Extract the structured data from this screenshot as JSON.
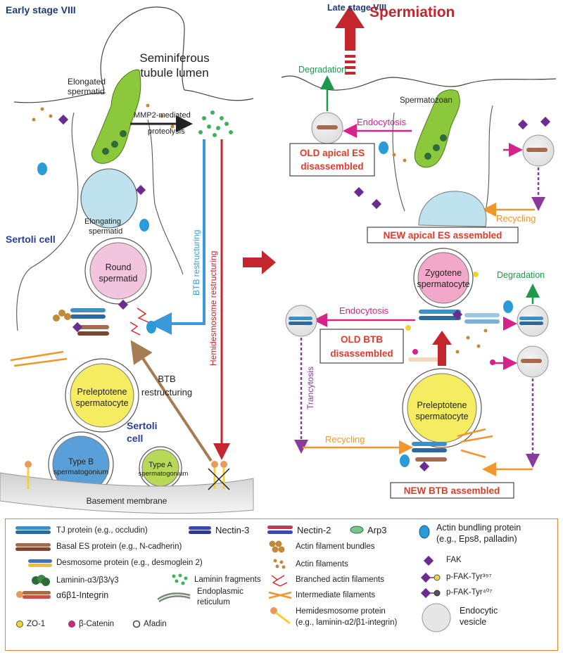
{
  "left_panel": {
    "title": "Early stage VIII",
    "lumen_label_line1": "Seminiferous",
    "lumen_label_line2": "tubule lumen",
    "elongated_spermatid_line1": "Elongated",
    "elongated_spermatid_line2": "spermatid",
    "mmp2_line1": "MMP2-mediated",
    "mmp2_line2": "proteolysis",
    "elongating_spermatid_line1": "Elongating",
    "elongating_spermatid_line2": "spermatid",
    "sertoli_cell_1": "Sertoli cell",
    "round_spermatid_line1": "Round",
    "round_spermatid_line2": "spermatid",
    "btb_restructuring_vertical": "BTB restructuring",
    "hemidesmosome_restructuring": "Hemidesmosome restructuring",
    "btb_restructuring_line1": "BTB",
    "btb_restructuring_line2": "restructuring",
    "preleptotene_line1": "Preleptotene",
    "preleptotene_line2": "spermatocyte",
    "sertoli_cell_2_line1": "Sertoli",
    "sertoli_cell_2_line2": "cell",
    "type_b_line1": "Type B",
    "type_b_line2": "spermatogonium",
    "type_a_line1": "Type A",
    "type_a_line2": "spermatogonium",
    "basement_membrane": "Basement membrane"
  },
  "right_panel": {
    "title": "Late stage VIII",
    "spermiation": "Spermiation",
    "degradation_top": "Degradation",
    "spermatozoan": "Spermatozoan",
    "endocytosis_top": "Endocytosis",
    "old_apical_line1": "OLD apical ES",
    "old_apical_line2": "disassembled",
    "recycling_top": "Recycling",
    "new_apical": "NEW apical ES assembled",
    "zygotene_line1": "Zygotene",
    "zygotene_line2": "spermatocyte",
    "degradation_bottom": "Degradation",
    "endocytosis_bottom": "Endocytosis",
    "old_btb_line1": "OLD BTB",
    "old_btb_line2": "disassembled",
    "trancytosis": "Trancytosis",
    "preleptotene_line1": "Preleptotene",
    "preleptotene_line2": "spermatocyte",
    "recycling_bottom": "Recycling",
    "new_btb": "NEW BTB assembled"
  },
  "legend": {
    "tj": "TJ protein (e.g., occludin)",
    "nectin3": "Nectin-3",
    "nectin2": "Nectin-2",
    "arp3": "Arp3",
    "actin_bundling_line1": "Actin bundling protein",
    "actin_bundling_line2": "(e.g., Eps8, palladin)",
    "basal_es": "Basal ES protein (e.g., N-cadherin)",
    "actin_bundles": "Actin filament bundles",
    "fak": "FAK",
    "desmosome": "Desmosome protein (e.g., desmoglein 2)",
    "actin_filaments": "Actin filaments",
    "pfak397": "p-FAK-Tyr³⁹⁷",
    "laminin": "Laminin-α3/β3/γ3",
    "laminin_fragments": "Laminin fragments",
    "branched": "Branched actin filaments",
    "pfak407": "p-FAK-Tyr⁴⁰⁷",
    "integrin": "α6β1-Integrin",
    "er_line1": "Endoplasmic",
    "er_line2": "reticulum",
    "intermediate": "Intermediate filaments",
    "endocytic_line1": "Endocytic",
    "endocytic_line2": "vesicle",
    "zo1": "ZO-1",
    "catenin": "β-Catenin",
    "afadin": "Afadin",
    "hemidesmosome_line1": "Hemidesmosome protein",
    "hemidesmosome_line2": "(e.g., laminin-α2/β1-integrin)"
  },
  "colors": {
    "panel_title": "#1f3a7a",
    "sertoli_label": "#2a3f9c",
    "spermiation": "#c4262e",
    "degradation": "#1c9a4a",
    "endocytosis": "#d6228a",
    "old_new_text": "#e23a2b",
    "recycling": "#f0962a",
    "trancytosis": "#8a3a9c",
    "btb_vertical": "#3a9ad9",
    "hemidesmosome_vertical": "#c4262e",
    "spermatid_green": "#8cc83c",
    "fak_purple": "#6a2c8e",
    "legend_border": "#e4823c"
  }
}
